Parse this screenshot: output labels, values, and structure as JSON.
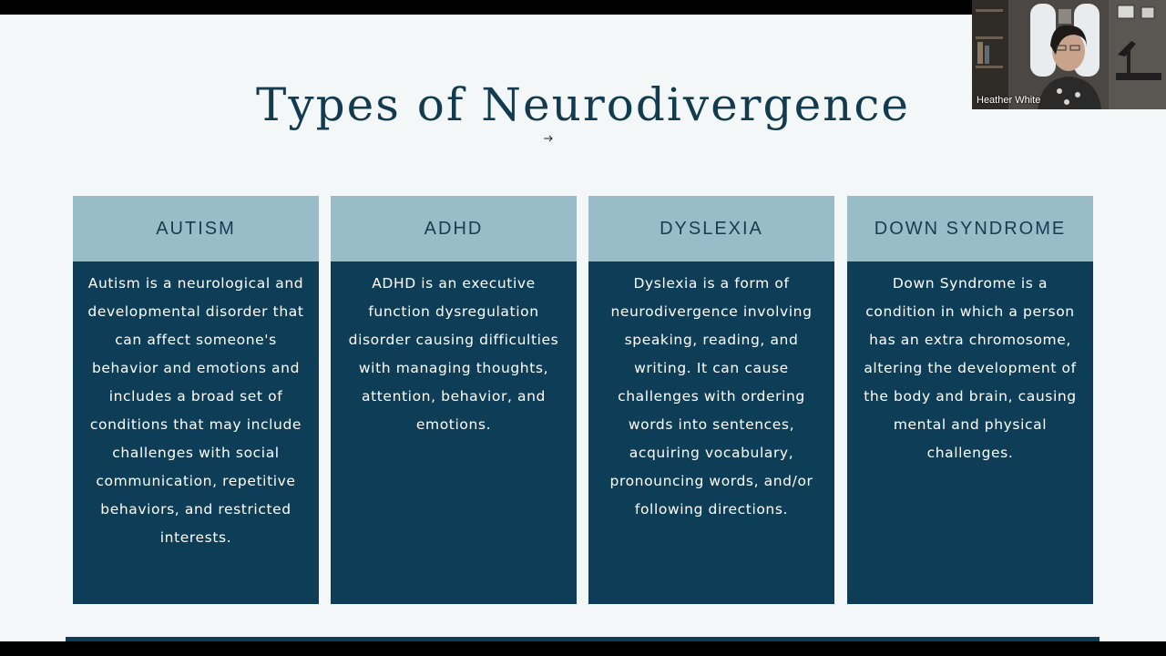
{
  "slide": {
    "title": "Types of Neurodivergence",
    "cards": [
      {
        "heading": "AUTISM",
        "body": "Autism is a neurological and developmental disorder that can affect someone's behavior and emotions and includes a broad set of conditions that may include challenges with social communication, repetitive behaviors, and restricted interests."
      },
      {
        "heading": "ADHD",
        "body": "ADHD is an executive function dysregulation disorder causing difficulties with managing thoughts, attention, behavior, and emotions."
      },
      {
        "heading": "DYSLEXIA",
        "body": "Dyslexia is a form of neurodivergence involving speaking, reading, and writing. It can cause challenges with ordering words into sentences, acquiring vocabulary, pronouncing words, and/or following directions."
      },
      {
        "heading": "DOWN SYNDROME",
        "body": "Down Syndrome is a condition in which a person has an extra chromosome, altering the development of the body and brain, causing mental and physical challenges."
      }
    ]
  },
  "video": {
    "participant_name": "Heather White"
  },
  "colors": {
    "header_bg": "#98bdc8",
    "body_bg": "#0e3e57",
    "title_color": "#133b50",
    "slide_bg": "#f4f7f8"
  }
}
